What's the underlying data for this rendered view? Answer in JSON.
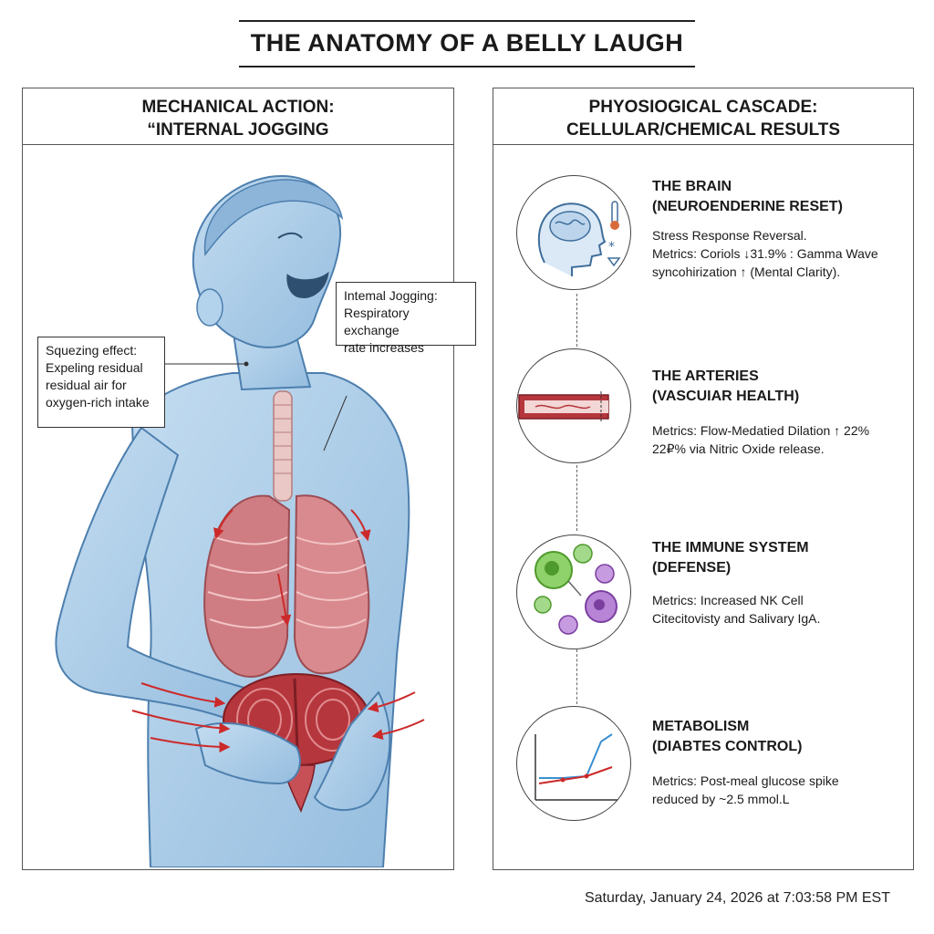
{
  "title": "THE ANATOMY OF A BELLY LAUGH",
  "left_panel": {
    "heading_line1": "MECHANICAL ACTION:",
    "heading_line2": "“INTERNAL JOGGING",
    "callout_squeeze": {
      "line1": "Squezing effect:",
      "line2": "Expeling residual",
      "line3": "residual air for",
      "line4": "oxygen-rich intake"
    },
    "callout_jogging": {
      "line1": "Intemal Jogging:",
      "line2": "Respiratory exchange",
      "line3": "rate increases"
    }
  },
  "right_panel": {
    "heading_line1": "PHYOSIOGICAL CASCADE:",
    "heading_line2": "CELLULAR/CHEMICAL RESULTS",
    "stages": [
      {
        "title_line1": "THE BRAIN",
        "title_line2": "(NEUROENDERINE RESET)",
        "desc_line1": "Stress Response Reversal.",
        "desc_line2": "Metrics: Coriols ↓31.9% : Gamma Wave",
        "desc_line3": "syncohirization ↑  (Mental Clarity).",
        "icon": "brain-head-icon"
      },
      {
        "title_line1": "THE ARTERIES",
        "title_line2": "(VASCUIAR HEALTH)",
        "desc_line1": "Metrics: Flow-Medatied Dilation ↑ 22%",
        "desc_line2": "22₽% via Nitric Oxide release.",
        "icon": "artery-icon"
      },
      {
        "title_line1": "THE IMMUNE SYSTEM",
        "title_line2": "(DEFENSE)",
        "desc_line1": "Metrics: Increased NK Cell",
        "desc_line2": "Citecitovisty and Salivary IgA.",
        "icon": "immune-cells-icon"
      },
      {
        "title_line1": "METABOLISM",
        "title_line2": "(DIABTES CONTROL)",
        "desc_line1": "Metrics: Post-meal glucose spike",
        "desc_line2": "reduced by ~2.5 mmol.L",
        "icon": "glucose-chart-icon"
      }
    ]
  },
  "timestamp": "Saturday, January 24, 2026 at 7:03:58 PM EST",
  "colors": {
    "body_blue": "#a9cbe6",
    "body_outline": "#4d7fae",
    "lung_red": "#c96a6e",
    "diaphragm_red": "#b5363c",
    "arrow_red": "#cc2a2a",
    "immune_green": "#6fbf4a",
    "immune_purple": "#9a5fb8"
  }
}
